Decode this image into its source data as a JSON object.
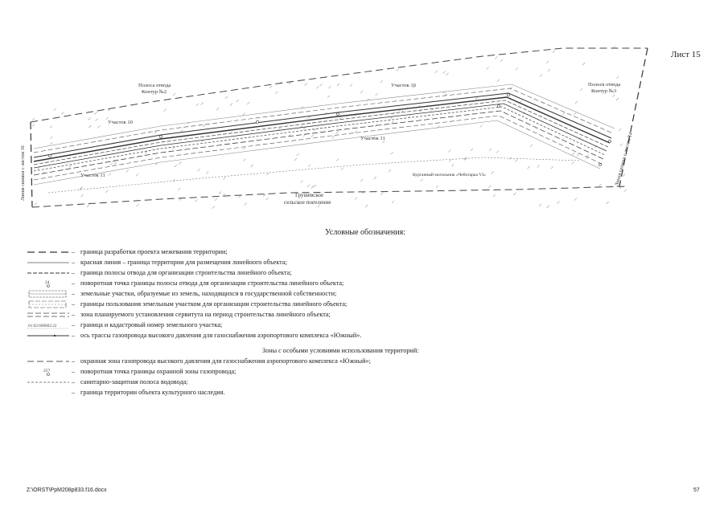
{
  "sheet_label": "Лист 15",
  "map": {
    "labels": {
      "strip_left_1": "Полоса отвода",
      "strip_left_2": "Контур №2",
      "strip_right_1": "Полоса отвода",
      "strip_right_2": "Контур №3",
      "section10_a": "Участок 10",
      "section10_b": "Участок 10",
      "section11_a": "Участок 11",
      "section11_b": "Участок 11",
      "matchline_left": "Линия сшивки с листом 16",
      "matchline_right": "Линия сшивки с листом 14",
      "settlement_1": "Грушевское",
      "settlement_2": "сельское поселение",
      "heritage": "Курганный могильник «Чеботарка VI»"
    }
  },
  "legend": {
    "title": "Условные обозначения:",
    "items": [
      {
        "symbol": "",
        "text": "граница разработки проекта межевания территории;"
      },
      {
        "symbol": "",
        "text": "красная линия – граница территории для размещения линейного объекта;"
      },
      {
        "symbol": "",
        "text": "граница полосы отвода для организации строительства линейного объекта;"
      },
      {
        "symbol": "24",
        "text": "поворотная точка границы полосы отвода для организации строительства линейного объекта;"
      },
      {
        "symbol": "",
        "text": "земельные участки, образуемые из земель, находящихся в государственной собственности;"
      },
      {
        "symbol": "",
        "text": "границы пользования земельным участком для организации строительства линейного объекта;"
      },
      {
        "symbol": "",
        "text": "зона планируемого установления сервитута на период строительства линейного объекта;"
      },
      {
        "symbol": "61:02:600002:22",
        "text": "граница и кадастровый номер земельного участка;"
      },
      {
        "symbol": "",
        "text": "ось трассы газопровода высокого давления для газоснабжения аэропортового комплекса «Южный»."
      }
    ],
    "zones_heading": "Зоны с особыми условиями использования территорий:",
    "zone_items": [
      {
        "symbol": "",
        "text": "охранная зона газопровода высокого давления для газоснабжения аэропортового комплекса «Южный»;"
      },
      {
        "symbol": "257",
        "text": "поворотная точка границы охранной зоны газопровода;"
      },
      {
        "symbol": "",
        "text": "санитарно-защитная полоса водовода;"
      },
      {
        "symbol": "",
        "text": "граница территории объекта культурного наследия."
      }
    ]
  },
  "footer": {
    "path": "Z:\\ORST\\PpM208p833.f16.docx",
    "page": "57"
  }
}
